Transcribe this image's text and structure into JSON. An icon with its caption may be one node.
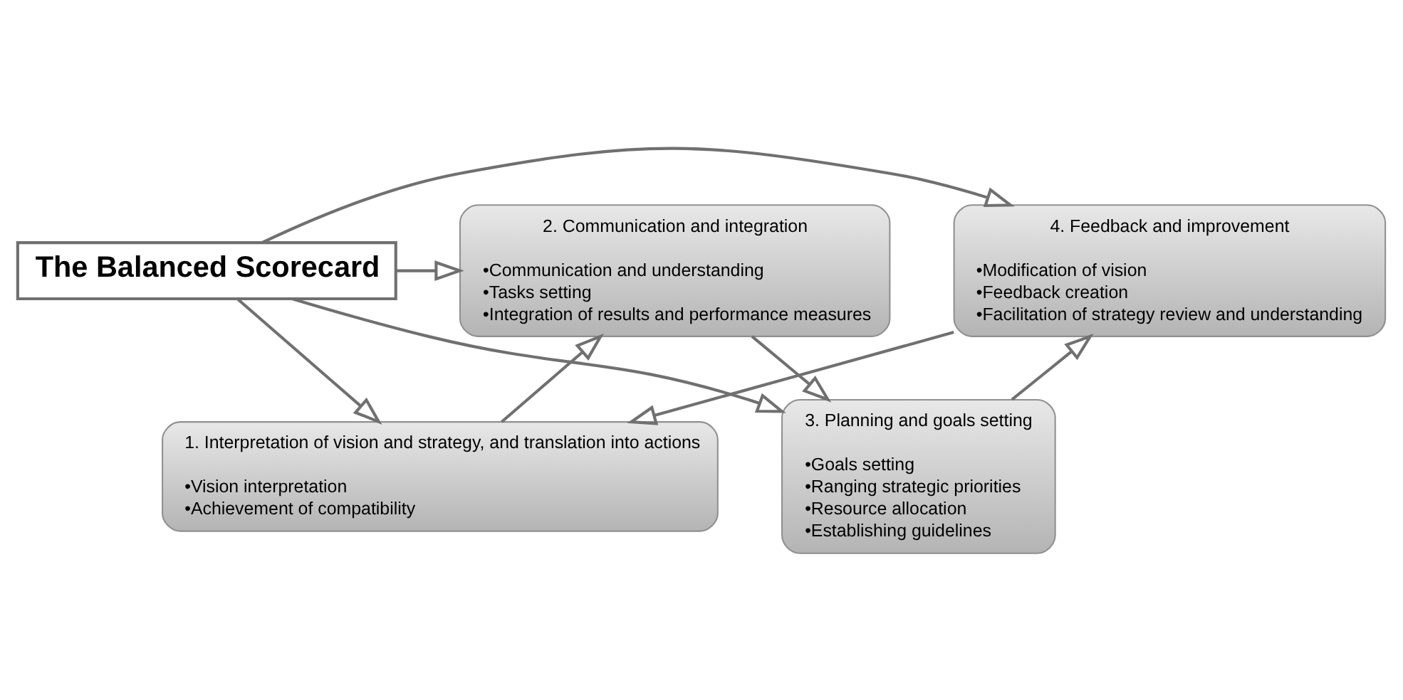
{
  "diagram": {
    "nodes": [
      {
        "text": [
          "The Balanced Scorecard"
        ]
      },
      {
        "text": [
          "1. Interpretation of vision and strategy, and translation into actions",
          "•Vision interpretation",
          "•Achievement of compatibility"
        ]
      },
      {
        "text": [
          "2. Communication and integration",
          "•Communication and understanding",
          "•Tasks setting",
          "•Integration of results and performance measures"
        ]
      },
      {
        "text": [
          "3. Planning and goals setting",
          "•Goals setting",
          "•Ranging strategic priorities",
          "•Resource allocation",
          "•Establishing guidelines"
        ]
      },
      {
        "text": [
          "4. Feedback and improvement",
          "•Modification of vision",
          "•Feedback creation",
          "•Facilitation of strategy review and understanding"
        ]
      }
    ],
    "edges": [
      {
        "from": 1,
        "to": 2,
        "arrow": "to"
      },
      {
        "from": 2,
        "to": 3,
        "arrow": "to"
      },
      {
        "from": 3,
        "to": 4,
        "arrow": "to"
      },
      {
        "from": 4,
        "to": 1,
        "arrow": "to"
      },
      {
        "from": 0,
        "to": 1,
        "arrow": "to"
      },
      {
        "from": 0,
        "to": 2,
        "arrow": "to"
      },
      {
        "from": 0,
        "to": 3,
        "arrow": "to"
      },
      {
        "from": 0,
        "to": 4,
        "arrow": "to"
      }
    ]
  }
}
